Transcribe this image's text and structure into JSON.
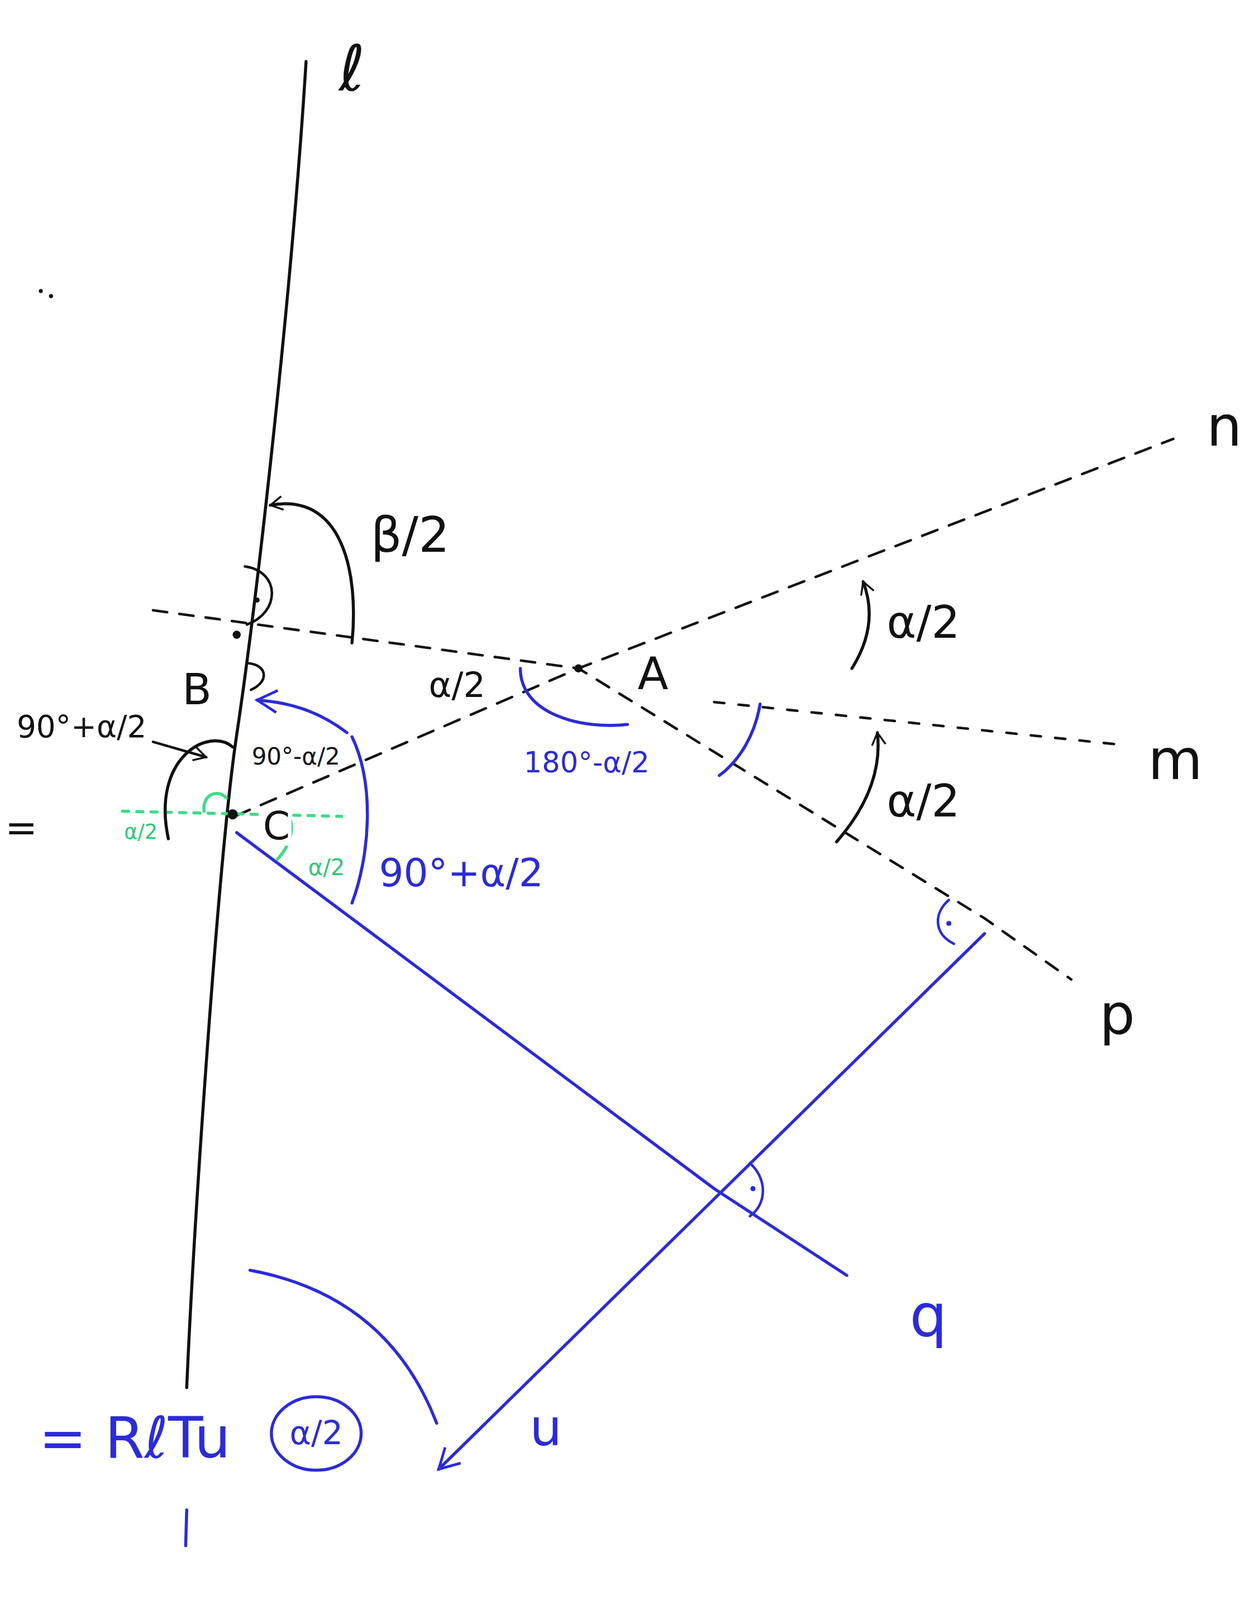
{
  "diagram": {
    "labels": [
      "ℓ",
      "n",
      "m",
      "p",
      "β/2",
      "α/2",
      "α/2",
      "α/2",
      "A",
      "B",
      "C",
      "90°+α/2",
      "90°-α/2",
      "180°-α/2",
      "90°+α/2",
      "α/2",
      "α/2",
      "q",
      "u",
      "= RℓTu",
      "α/2",
      "="
    ]
  }
}
